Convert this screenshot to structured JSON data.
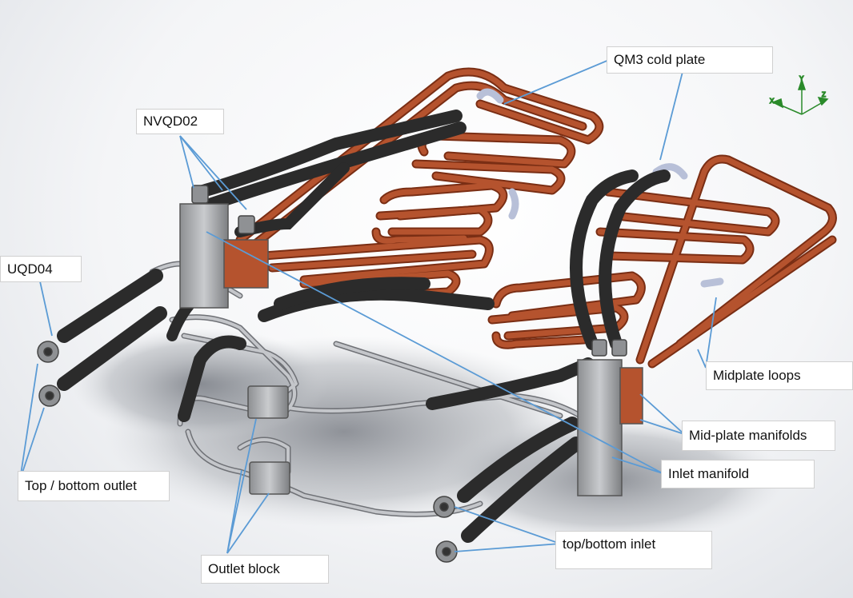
{
  "diagram": {
    "labels": {
      "qm3": "QM3 cold plate",
      "nvqd02": "NVQD02",
      "uqd04": "UQD04",
      "midplate_loops": "Midplate loops",
      "midplate_manifolds": "Mid-plate manifolds",
      "inlet_manifold": "Inlet manifold",
      "top_bottom_outlet": "Top / bottom outlet",
      "outlet_block": "Outlet block",
      "top_bottom_inlet": "top/bottom inlet"
    },
    "axes": {
      "x": "X",
      "y": "Y",
      "z": "Z"
    },
    "colors": {
      "copper": "#b5532e",
      "copper_dark": "#7a2e14",
      "hose": "#2b2b2b",
      "steel": "#a9a9a9",
      "leader": "#5b9bd5",
      "triad": "#2a8a2a"
    }
  }
}
